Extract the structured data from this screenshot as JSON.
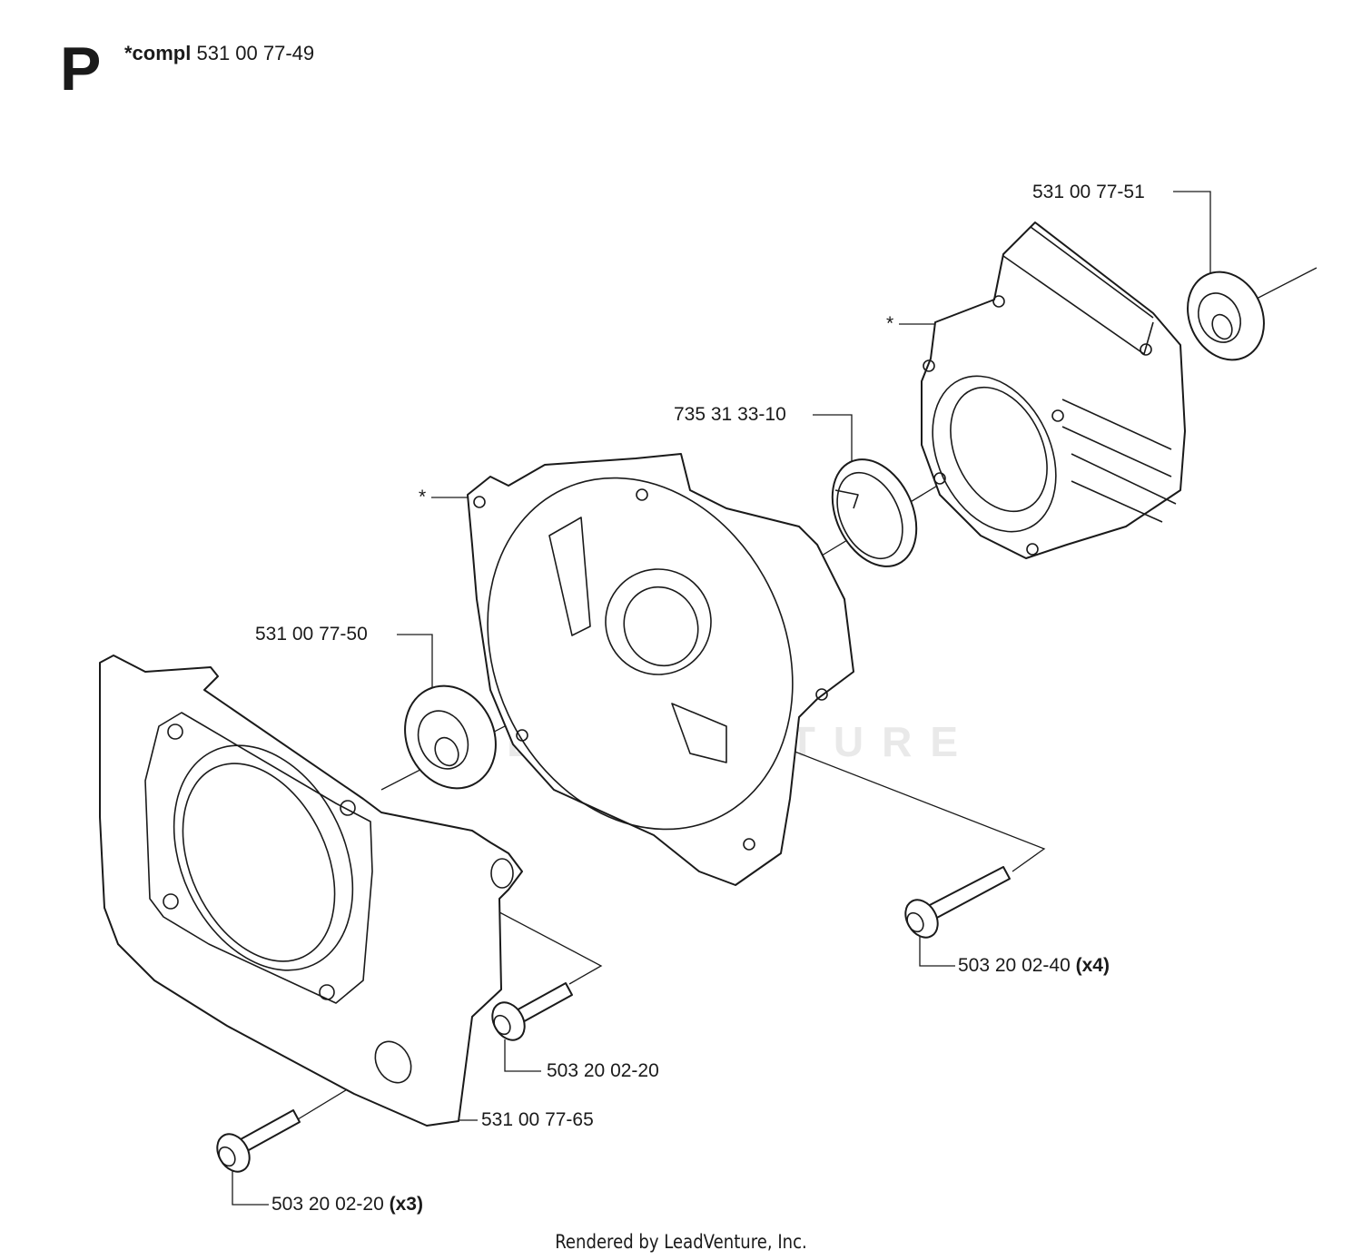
{
  "header": {
    "section_letter": "P",
    "compl_prefix": "*compl",
    "compl_part_number": "531 00 77-49"
  },
  "callouts": {
    "seal_right": "531 00 77-51",
    "cylinder_asterisk": "*",
    "circlip": "735 31 33-10",
    "crankcase_asterisk": "*",
    "seal_left": "531 00 77-50",
    "screw_x4_part": "503 20 02-40",
    "screw_x4_qty": "(x4)",
    "screw_single": "503 20 02-20",
    "fan_housing": "531 00 77-65",
    "screw_x3_part": "503 20 02-20",
    "screw_x3_qty": "(x3)"
  },
  "watermark": "LEADVENTURE",
  "footer": "Rendered by LeadVenture, Inc."
}
